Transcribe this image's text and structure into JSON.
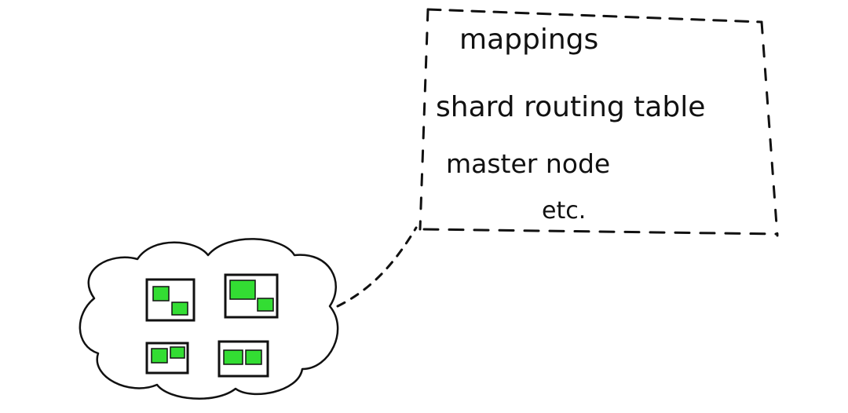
{
  "callout": {
    "lines": [
      "mappings",
      "shard routing table",
      "master node",
      "etc."
    ]
  },
  "cluster": {
    "nodes": [
      {
        "shards": 2
      },
      {
        "shards": 2
      },
      {
        "shards": 2
      },
      {
        "shards": 2
      }
    ]
  },
  "colors": {
    "ink": "#111111",
    "shard": "#33dd33",
    "background": "#ffffff"
  }
}
